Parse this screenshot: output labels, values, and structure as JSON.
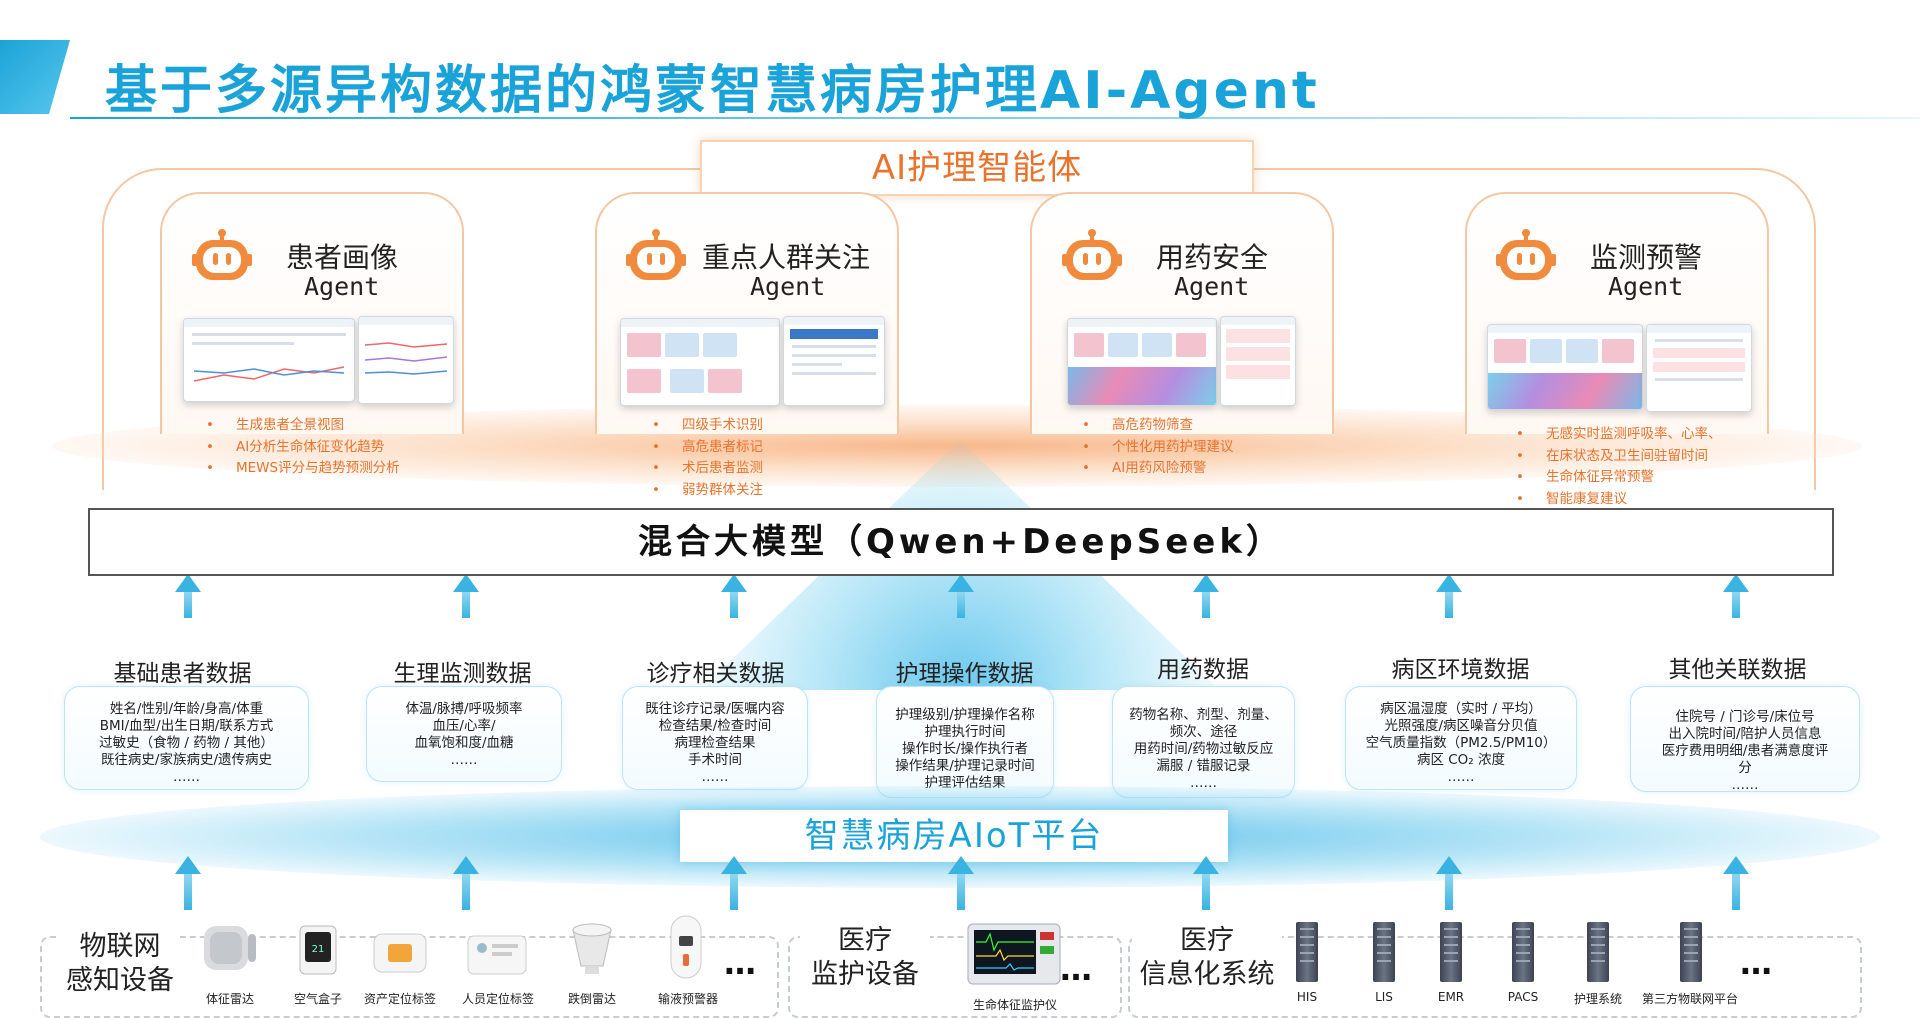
{
  "title": "基于多源异构数据的鸿蒙智慧病房护理AI-Agent",
  "ai_layer": {
    "title": "AI护理智能体",
    "agents": [
      {
        "name": "患者画像",
        "sub": "Agent",
        "features": [
          "生成患者全景视图",
          "AI分析生命体征变化趋势",
          "MEWS评分与趋势预测分析"
        ]
      },
      {
        "name": "重点人群关注",
        "sub": "Agent",
        "features": [
          "四级手术识别",
          "高危患者标记",
          "术后患者监测",
          "弱势群体关注"
        ]
      },
      {
        "name": "用药安全",
        "sub": "Agent",
        "features": [
          "高危药物筛查",
          "个性化用药护理建议",
          "AI用药风险预警"
        ]
      },
      {
        "name": "监测预警",
        "sub": "Agent",
        "features": [
          "无感实时监测呼吸率、心率、",
          "在床状态及卫生间驻留时间",
          "生命体征异常预警",
          "智能康复建议"
        ]
      }
    ]
  },
  "model": {
    "label": "混合大模型（Qwen+DeepSeek）"
  },
  "data_sources": [
    {
      "title": "基础患者数据",
      "lines": [
        "姓名/性别/年龄/身高/体重",
        "BMI/血型/出生日期/联系方式",
        "过敏史（食物 / 药物 / 其他）",
        "既往病史/家族病史/遗传病史",
        "……"
      ]
    },
    {
      "title": "生理监测数据",
      "lines": [
        "体温/脉搏/呼吸频率",
        "血压/心率/",
        "血氧饱和度/血糖",
        "……"
      ]
    },
    {
      "title": "诊疗相关数据",
      "lines": [
        "既往诊疗记录/医嘱内容",
        "检查结果/检查时间",
        "病理检查结果",
        "手术时间",
        "……"
      ]
    },
    {
      "title": "护理操作数据",
      "lines": [
        "护理级别/护理操作名称",
        "护理执行时间",
        "操作时长/操作执行者",
        "操作结果/护理记录时间",
        "护理评估结果"
      ]
    },
    {
      "title": "用药数据",
      "lines": [
        "药物名称、剂型、剂量、",
        "频次、途径",
        "用药时间/药物过敏反应",
        "漏服 / 错服记录",
        "……"
      ]
    },
    {
      "title": "病区环境数据",
      "lines": [
        "病区温湿度（实时 / 平均）",
        "光照强度/病区噪音分贝值",
        "空气质量指数（PM2.5/PM10）",
        "病区 CO₂ 浓度",
        "……"
      ]
    },
    {
      "title": "其他关联数据",
      "lines": [
        "住院号 / 门诊号/床位号",
        "出入院时间/陪护人员信息",
        "医疗费用明细/患者满意度评",
        "分",
        "……"
      ]
    }
  ],
  "platform": {
    "label": "智慧病房AIoT平台"
  },
  "device_groups": [
    {
      "title_lines": [
        "物联网",
        "感知设备"
      ],
      "items": [
        "体征雷达",
        "空气盒子",
        "资产定位标签",
        "人员定位标签",
        "跌倒雷达",
        "输液预警器"
      ],
      "more": "…"
    },
    {
      "title_lines": [
        "医疗",
        "监护设备"
      ],
      "items": [
        "生命体征监护仪"
      ],
      "more": "…"
    },
    {
      "title_lines": [
        "医疗",
        "信息化系统"
      ],
      "items": [
        "HIS",
        "LIS",
        "EMR",
        "PACS",
        "护理系统",
        "第三方物联网平台"
      ],
      "more": "…"
    }
  ],
  "colors": {
    "accent_blue": "#1aa3d9",
    "accent_orange": "#e8732c"
  }
}
